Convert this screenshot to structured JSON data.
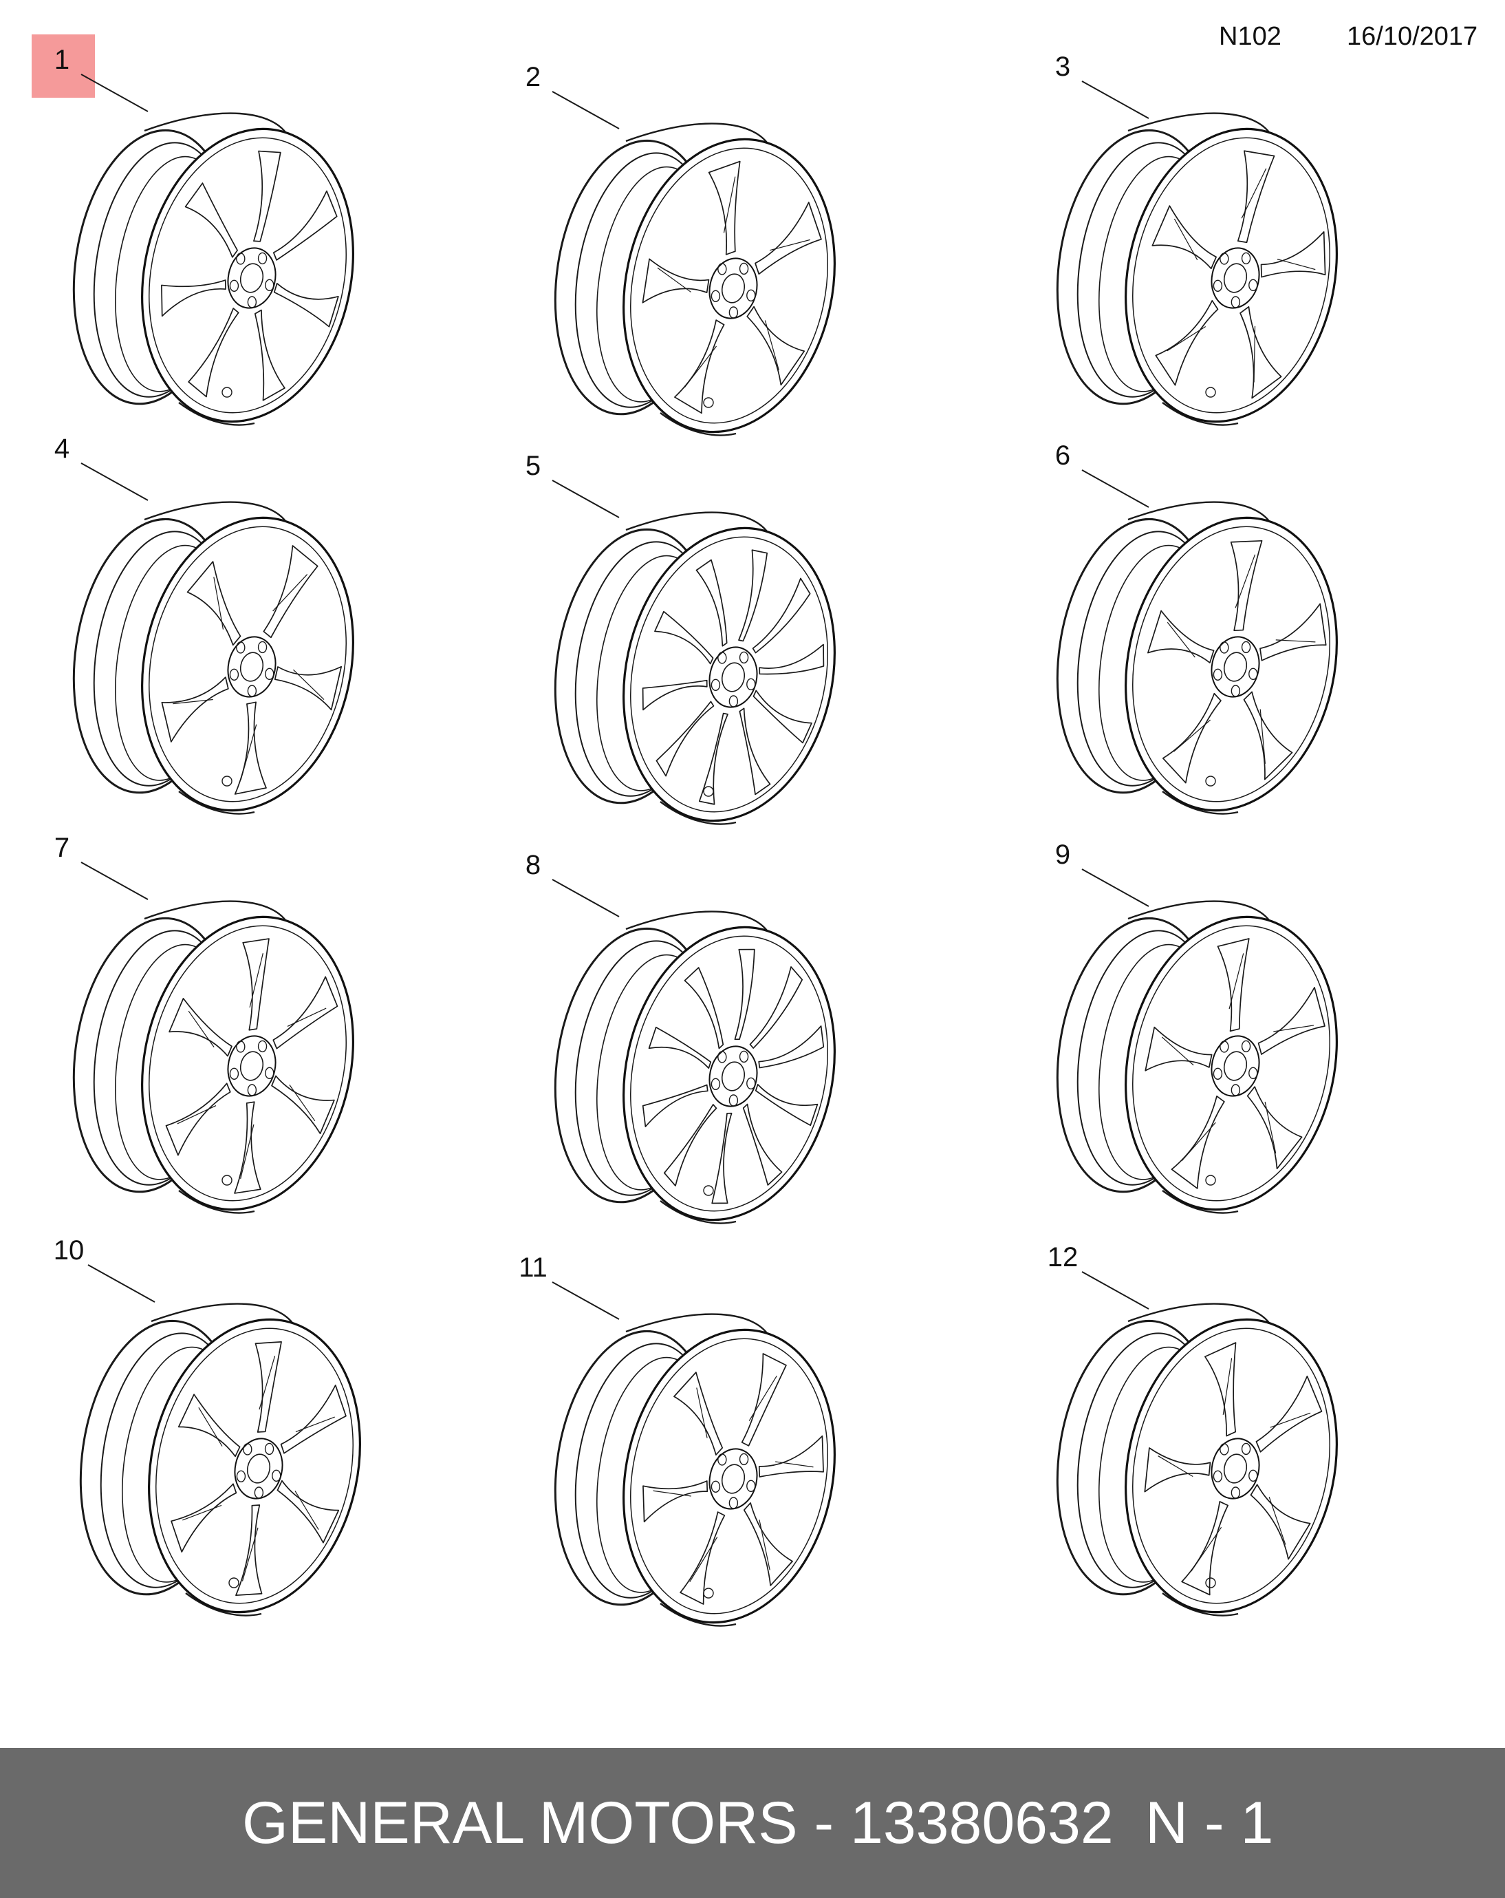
{
  "header": {
    "code": "N102",
    "date": "16/10/2017"
  },
  "highlight_color": "#f59a9a",
  "wheels": [
    {
      "number": "1",
      "style": 7,
      "highlighted": true
    },
    {
      "number": "2",
      "style": 5,
      "highlighted": false
    },
    {
      "number": "3",
      "style": 5,
      "highlighted": false
    },
    {
      "number": "4",
      "style": 5,
      "highlighted": false
    },
    {
      "number": "5",
      "style": 10,
      "highlighted": false
    },
    {
      "number": "6",
      "style": 5,
      "highlighted": false
    },
    {
      "number": "7",
      "style": 6,
      "highlighted": false
    },
    {
      "number": "8",
      "style": 10,
      "highlighted": false
    },
    {
      "number": "9",
      "style": 5,
      "highlighted": false
    },
    {
      "number": "10",
      "style": 6,
      "highlighted": false
    },
    {
      "number": "11",
      "style": 6,
      "highlighted": false
    },
    {
      "number": "12",
      "style": 5,
      "highlighted": false
    }
  ],
  "footer": {
    "part_text": "GENERAL MOTORS - 13380632",
    "page_text": "N - 1",
    "background": "#6a6a6a"
  }
}
